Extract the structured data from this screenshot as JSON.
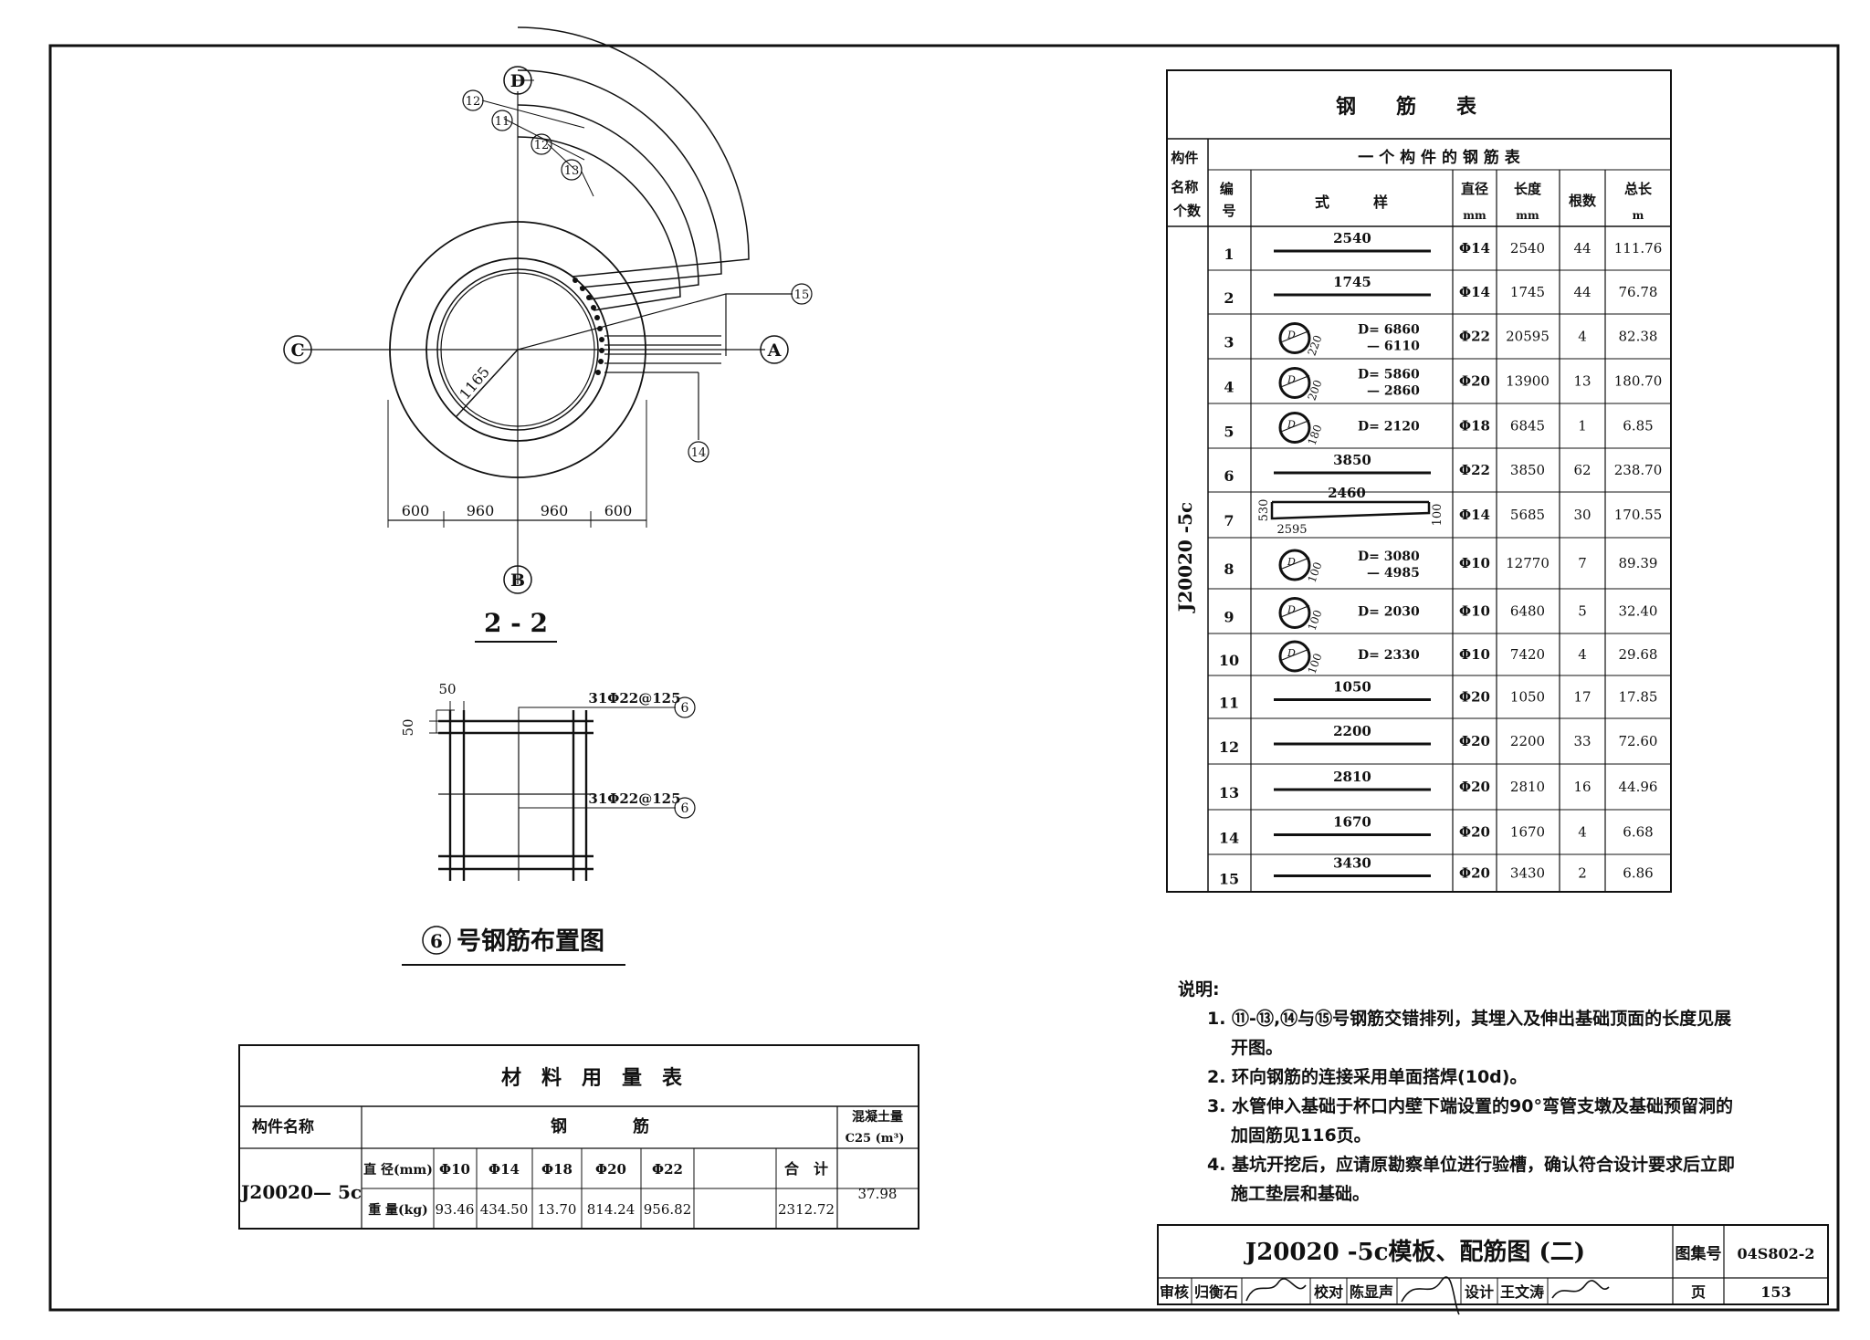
{
  "section_2_2": {
    "title": "2 - 2",
    "axes": {
      "top": "D",
      "bottom": "B",
      "left": "C",
      "right": "A"
    },
    "callouts": [
      "12",
      "11",
      "12",
      "13",
      "15",
      "14"
    ],
    "radius_label": "1165",
    "dims": [
      "600",
      "960",
      "960",
      "600"
    ]
  },
  "rebar6": {
    "dim_a": "50",
    "dim_b": "50",
    "callout_top": "31Φ22@125",
    "callout_mid": "31Φ22@125",
    "mark": "6",
    "title_mark": "6",
    "title_text": "号钢筋布置图"
  },
  "rebar_table": {
    "title": "钢　　筋　　表",
    "col_member": "构件名称个数",
    "col_group": "一 个 构 件 的 钢 筋 表",
    "headers": {
      "no": "编号",
      "shape": "式　　　样",
      "dia": "直径",
      "dia_unit": "mm",
      "len": "长度",
      "len_unit": "mm",
      "count": "根数",
      "total": "总长",
      "total_unit": "m"
    },
    "member": "J20020 -5c",
    "rows": [
      {
        "no": "1",
        "shape": "line",
        "label": "2540",
        "dia": "Φ14",
        "len": "2540",
        "count": "44",
        "total": "111.76"
      },
      {
        "no": "2",
        "shape": "line",
        "label": "1745",
        "dia": "Φ14",
        "len": "1745",
        "count": "44",
        "total": "76.78"
      },
      {
        "no": "3",
        "shape": "ring",
        "lap": "220",
        "d1": "D= 6860",
        "d2": "— 6110",
        "dia": "Φ22",
        "len": "20595",
        "count": "4",
        "total": "82.38"
      },
      {
        "no": "4",
        "shape": "ring",
        "lap": "200",
        "d1": "D= 5860",
        "d2": "— 2860",
        "dia": "Φ20",
        "len": "13900",
        "count": "13",
        "total": "180.70"
      },
      {
        "no": "5",
        "shape": "ring",
        "lap": "180",
        "d1": "D= 2120",
        "d2": "",
        "dia": "Φ18",
        "len": "6845",
        "count": "1",
        "total": "6.85"
      },
      {
        "no": "6",
        "shape": "line",
        "label": "3850",
        "dia": "Φ22",
        "len": "3850",
        "count": "62",
        "total": "238.70"
      },
      {
        "no": "7",
        "shape": "bent",
        "label": "2460",
        "left": "530",
        "right": "100",
        "bottom": "2595",
        "dia": "Φ14",
        "len": "5685",
        "count": "30",
        "total": "170.55"
      },
      {
        "no": "8",
        "shape": "ring",
        "lap": "100",
        "d1": "D= 3080",
        "d2": "— 4985",
        "dia": "Φ10",
        "len": "12770",
        "count": "7",
        "total": "89.39"
      },
      {
        "no": "9",
        "shape": "ring",
        "lap": "100",
        "d1": "D= 2030",
        "d2": "",
        "dia": "Φ10",
        "len": "6480",
        "count": "5",
        "total": "32.40"
      },
      {
        "no": "10",
        "shape": "ring",
        "lap": "100",
        "d1": "D= 2330",
        "d2": "",
        "dia": "Φ10",
        "len": "7420",
        "count": "4",
        "total": "29.68"
      },
      {
        "no": "11",
        "shape": "line",
        "label": "1050",
        "dia": "Φ20",
        "len": "1050",
        "count": "17",
        "total": "17.85"
      },
      {
        "no": "12",
        "shape": "line",
        "label": "2200",
        "dia": "Φ20",
        "len": "2200",
        "count": "33",
        "total": "72.60"
      },
      {
        "no": "13",
        "shape": "line",
        "label": "2810",
        "dia": "Φ20",
        "len": "2810",
        "count": "16",
        "total": "44.96"
      },
      {
        "no": "14",
        "shape": "line",
        "label": "1670",
        "dia": "Φ20",
        "len": "1670",
        "count": "4",
        "total": "6.68"
      },
      {
        "no": "15",
        "shape": "line",
        "label": "3430",
        "dia": "Φ20",
        "len": "3430",
        "count": "2",
        "total": "6.86"
      }
    ]
  },
  "material_table": {
    "title": "材　料　用　量　表",
    "col_member": "构件名称",
    "col_steel": "钢　　　　筋",
    "col_concrete_1": "混凝土量",
    "col_concrete_2": "C25 (m³)",
    "member": "J20020— 5c",
    "row_dia_label": "直 径(mm)",
    "row_weight_label": "重 量(kg)",
    "diameters": [
      "Φ10",
      "Φ14",
      "Φ18",
      "Φ20",
      "Φ22"
    ],
    "weights": [
      "93.46",
      "434.50",
      "13.70",
      "814.24",
      "956.82"
    ],
    "sum_label": "合　计",
    "sum_value": "2312.72",
    "concrete": "37.98"
  },
  "notes": {
    "heading": "说明:",
    "items": [
      "1.  ⑪-⑬,⑭与⑮号钢筋交错排列，其埋入及伸出基础顶面的长度见展开图。",
      "2.  环向钢筋的连接采用单面搭焊(10d)。",
      "3.  水管伸入基础于杯口内壁下端设置的90°弯管支墩及基础预留洞的加固筋见116页。",
      "4.  基坑开挖后，应请原勘察单位进行验槽，确认符合设计要求后立即施工垫层和基础。"
    ]
  },
  "title_block": {
    "title": "J20020 -5c模板、配筋图 (二)",
    "atlas_label": "图集号",
    "atlas_no": "04S802-2",
    "review_label": "审核",
    "review_name": "归衡石",
    "check_label": "校对",
    "check_name": "陈显声",
    "design_label": "设计",
    "design_name": "王文涛",
    "page_label": "页",
    "page_no": "153"
  }
}
